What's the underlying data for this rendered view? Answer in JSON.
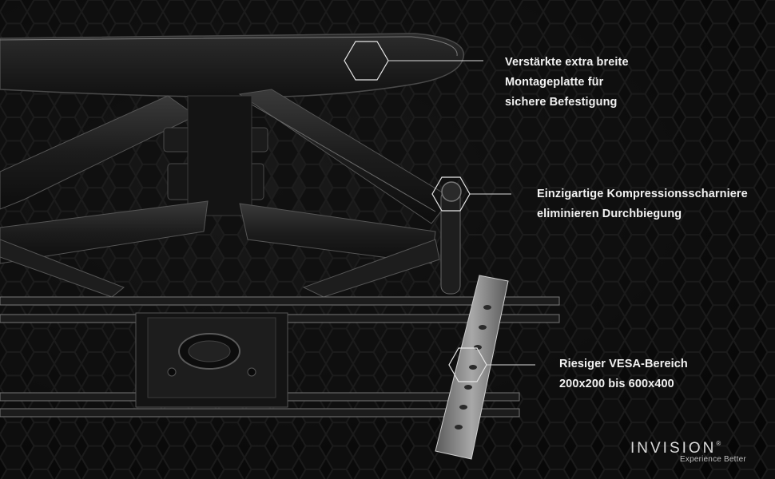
{
  "callouts": {
    "plate": {
      "lines": [
        "Verstärkte extra breite",
        "Montageplatte für",
        "sichere Befestigung"
      ]
    },
    "hinge": {
      "lines": [
        "Einzigartige Kompressionsscharniere",
        "eliminieren Durchbiegung"
      ]
    },
    "vesa": {
      "lines": [
        "Riesiger VESA-Bereich",
        "200x200 bis 600x400"
      ]
    }
  },
  "logo": {
    "brand": "INVISION",
    "registered": "®",
    "tagline": "Experience Better"
  },
  "colors": {
    "background": "#0a0a0a",
    "hex_pattern": "#1c1c1c",
    "text": "#f2f2f2",
    "metal_dark": "#1e1e1e",
    "metal_edge": "#6b6b6b",
    "rail": "#9a9a9a"
  },
  "icons": [
    "hexagon-callout-icon",
    "hexagon-callout-icon",
    "hexagon-callout-icon"
  ]
}
